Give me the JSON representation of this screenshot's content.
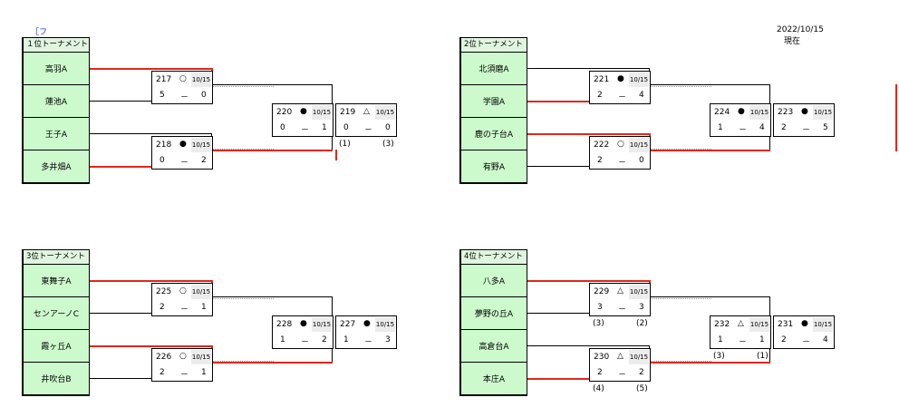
{
  "header": {
    "final_label": "［ファイナル］",
    "date": "2022/10/15",
    "date_suffix": "現在"
  },
  "brackets": [
    {
      "title": "１位トーナメント",
      "teams": [
        "高羽A",
        "蓮池A",
        "王子A",
        "多井畑A"
      ],
      "matches": [
        {
          "no": "217",
          "mark": "○",
          "date": "10/15",
          "s1": "5",
          "s2": "0"
        },
        {
          "no": "218",
          "mark": "●",
          "date": "10/15",
          "s1": "0",
          "s2": "2"
        },
        {
          "no": "220",
          "mark": "●",
          "date": "10/15",
          "s1": "0",
          "s2": "1"
        },
        {
          "no": "219",
          "mark": "△",
          "date": "10/15",
          "s1": "0",
          "s2": "0",
          "pk1": "(1)",
          "pk2": "(3)"
        }
      ]
    },
    {
      "title": "2位トーナメント",
      "teams": [
        "北須磨A",
        "学園A",
        "鹿の子台A",
        "有野A"
      ],
      "matches": [
        {
          "no": "221",
          "mark": "●",
          "date": "10/15",
          "s1": "2",
          "s2": "4"
        },
        {
          "no": "222",
          "mark": "○",
          "date": "10/15",
          "s1": "2",
          "s2": "0"
        },
        {
          "no": "224",
          "mark": "●",
          "date": "10/15",
          "s1": "1",
          "s2": "4"
        },
        {
          "no": "223",
          "mark": "●",
          "date": "10/15",
          "s1": "2",
          "s2": "5"
        }
      ]
    },
    {
      "title": "3位トーナメント",
      "teams": [
        "東舞子A",
        "センアーノC",
        "霞ヶ丘A",
        "井吹台B"
      ],
      "matches": [
        {
          "no": "225",
          "mark": "○",
          "date": "10/15",
          "s1": "2",
          "s2": "1"
        },
        {
          "no": "226",
          "mark": "○",
          "date": "10/15",
          "s1": "2",
          "s2": "1"
        },
        {
          "no": "228",
          "mark": "●",
          "date": "10/15",
          "s1": "1",
          "s2": "2"
        },
        {
          "no": "227",
          "mark": "●",
          "date": "10/15",
          "s1": "1",
          "s2": "3"
        }
      ]
    },
    {
      "title": "4位トーナメント",
      "teams": [
        "八多A",
        "夢野の丘A",
        "高倉台A",
        "本庄A"
      ],
      "matches": [
        {
          "no": "229",
          "mark": "△",
          "date": "10/15",
          "s1": "3",
          "s2": "3",
          "pk1": "(3)",
          "pk2": "(2)"
        },
        {
          "no": "230",
          "mark": "△",
          "date": "10/15",
          "s1": "2",
          "s2": "2",
          "pk1": "(4)",
          "pk2": "(5)"
        },
        {
          "no": "232",
          "mark": "△",
          "date": "10/15",
          "s1": "1",
          "s2": "1",
          "pk1": "(3)",
          "pk2": "(1)"
        },
        {
          "no": "231",
          "mark": "●",
          "date": "10/15",
          "s1": "2",
          "s2": "4"
        }
      ]
    }
  ]
}
